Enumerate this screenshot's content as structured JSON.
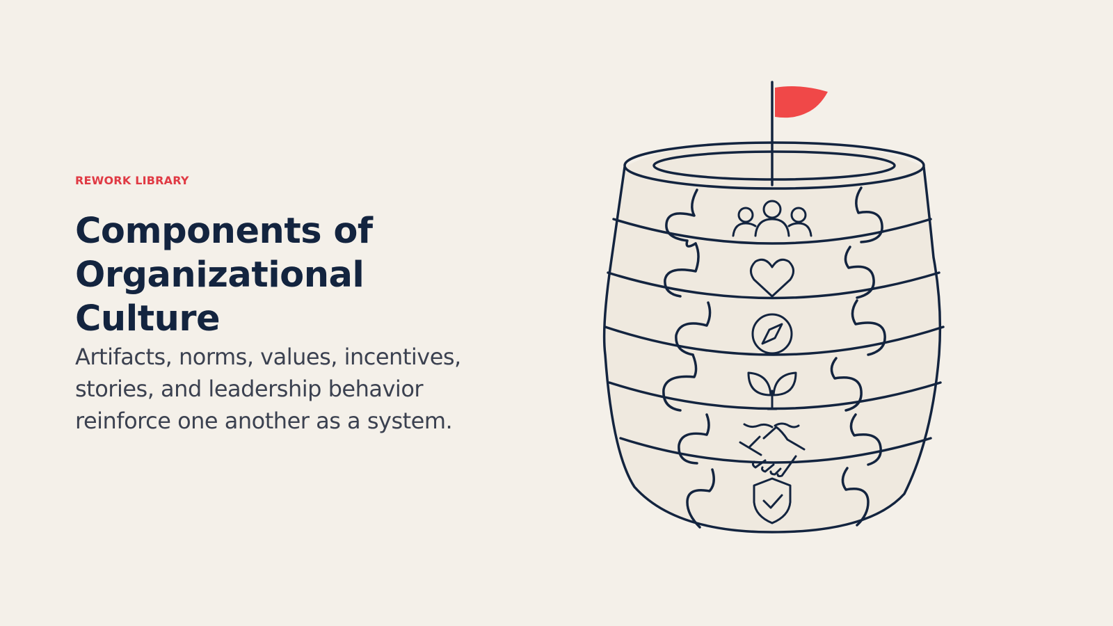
{
  "header": {
    "eyebrow": "REWORK LIBRARY",
    "title": "Components of Organizational Culture",
    "subtitle": "Artifacts, norms, values, incentives, stories, and leadership behavior reinforce one another as a system."
  },
  "illustration": {
    "icons": [
      "people-icon",
      "heart-icon",
      "compass-icon",
      "sprout-icon",
      "handshake-icon",
      "shield-check-icon"
    ],
    "colors": {
      "flag": "#f04848",
      "outline": "#13243f",
      "barrel_fill": "#efe9df",
      "accent_text": "#e03a44"
    }
  }
}
